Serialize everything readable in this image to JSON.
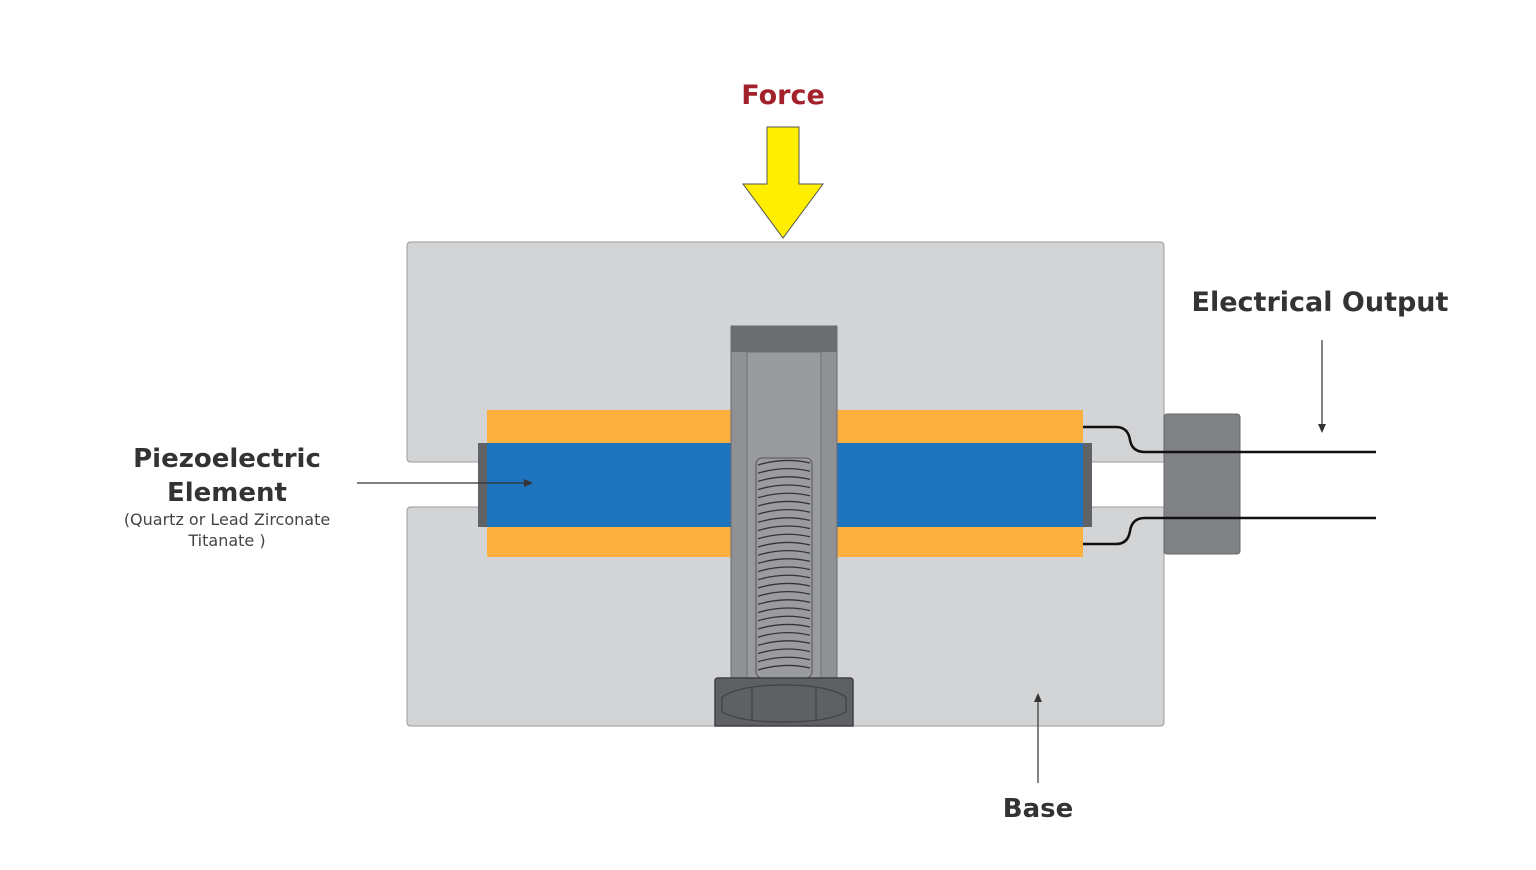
{
  "labels": {
    "force": "Force",
    "electrical_output": "Electrical Output",
    "base": "Base",
    "piezo_line1": "Piezoelectric",
    "piezo_line2": "Element",
    "piezo_sub_line1": "(Quartz or Lead Zirconate",
    "piezo_sub_line2": "Titanate )"
  },
  "colors": {
    "force_text": "#a3212b",
    "force_arrow": "#ffee00",
    "housing": "#d3d4d6",
    "piezo_element": "#1e73be",
    "electrode_plates": "#fbb040",
    "bolt": "#8f9194",
    "bolt_dark": "#5e6063",
    "connector": "#808285",
    "label_text": "#333333"
  },
  "icons": {
    "force_arrow": "down-arrow-icon",
    "bolt": "threaded-bolt-icon",
    "connector": "connector-block-icon"
  }
}
